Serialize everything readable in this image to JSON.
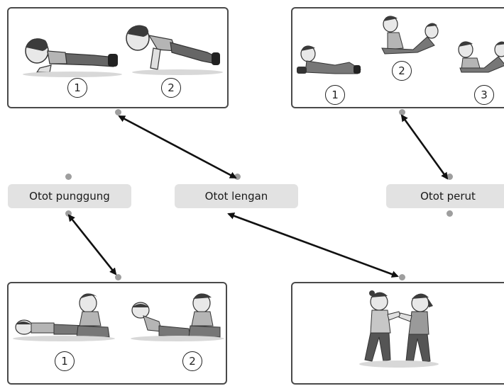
{
  "labels": {
    "back": "Otot punggung",
    "arm": "Otot lengan",
    "abdomen": "Otot perut"
  },
  "pushup_panel": {
    "step1": "1",
    "step2": "2"
  },
  "situp_panel": {
    "step1": "1",
    "step2": "2",
    "step3": "3"
  },
  "backext_panel": {
    "step1": "1",
    "step2": "2"
  },
  "partner_panel": {},
  "connections": [
    {
      "from": "pushup-panel",
      "to": "label-arm"
    },
    {
      "from": "situp-panel",
      "to": "label-abdomen"
    },
    {
      "from": "label-back",
      "to": "backext-panel"
    },
    {
      "from": "label-arm",
      "to": "partner-panel"
    }
  ]
}
